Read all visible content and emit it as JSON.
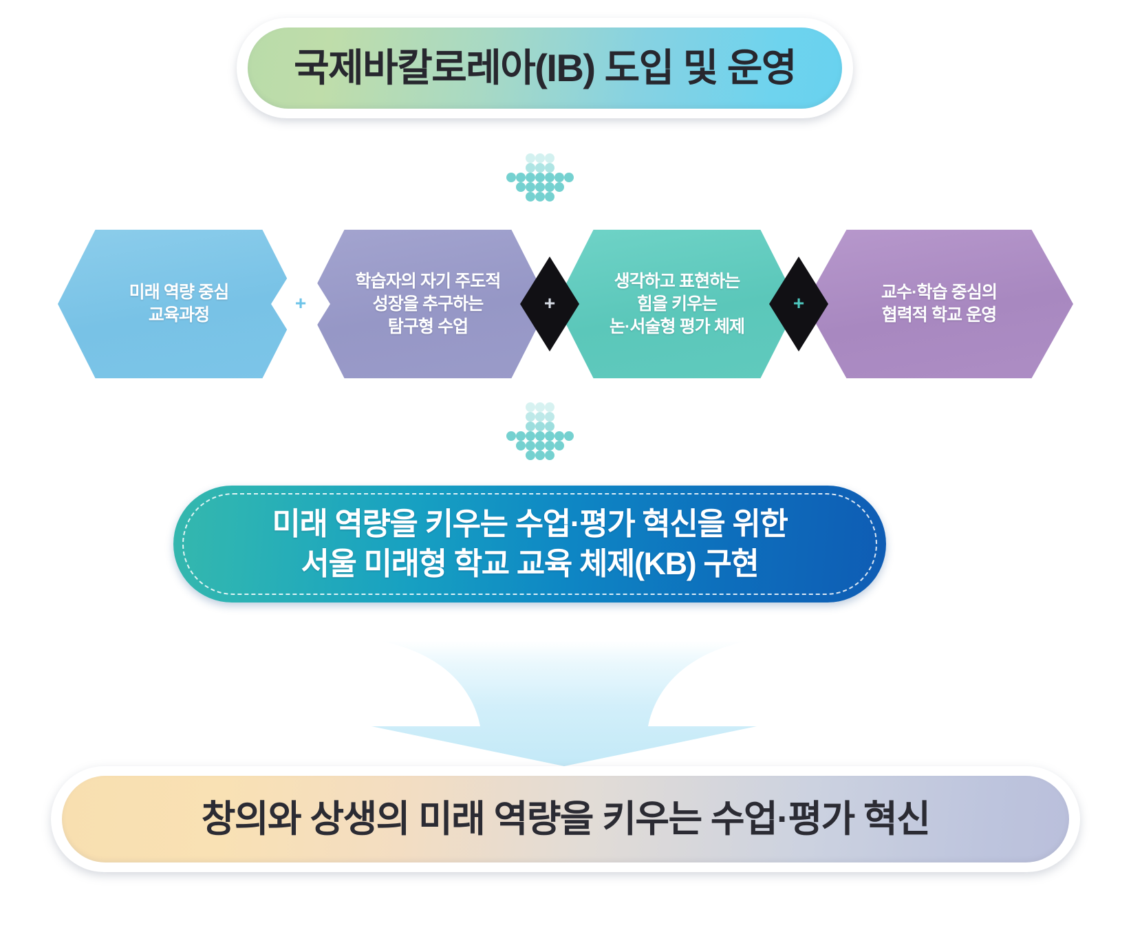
{
  "title_banner": {
    "text": "국제바칼로레아(IB) 도입 및 운영",
    "gradient_from": "#b9dba9",
    "gradient_to": "#68d2ef"
  },
  "arrows": {
    "dotted_top": {
      "icon": "dotted-down-arrow-icon",
      "color": "#6ecfce"
    },
    "dotted_bottom": {
      "icon": "dotted-down-arrow-icon",
      "color": "#6ecfce"
    },
    "funnel": {
      "icon": "large-down-arrow-icon",
      "color": "#c7ecf8"
    }
  },
  "pillars": {
    "items": [
      {
        "label": "미래 역량 중심\n교육과정",
        "color": "#7cc5e8"
      },
      {
        "label": "학습자의 자기 주도적\n성장을 추구하는\n탐구형 수업",
        "color": "#9a9bc9"
      },
      {
        "label": "생각하고 표현하는\n힘을 키우는\n논·서술형 평가 체제",
        "color": "#60cabd"
      },
      {
        "label": "교수·학습 중심의\n협력적 학교  운영",
        "color": "#ad8dc4"
      }
    ],
    "connectors": [
      {
        "symbol": "+",
        "background": "#ffffff",
        "symbol_color": "#6cc3e8"
      },
      {
        "symbol": "+",
        "background": "#111014",
        "symbol_color": "#d8dde6"
      },
      {
        "symbol": "+",
        "background": "#111014",
        "symbol_color": "#4ec9c0"
      }
    ]
  },
  "mid_banner": {
    "text": "미래 역량을 키우는 수업·평가 혁신을 위한\n서울 미래형 학교 교육 체제(KB) 구현",
    "gradient_from": "#35b7ad",
    "gradient_to": "#0f5cb4"
  },
  "bottom_banner": {
    "text": "창의와 상생의 미래 역량을 키우는 수업·평가 혁신",
    "gradient_from": "#f8dfb0",
    "gradient_to": "#babfdb"
  }
}
